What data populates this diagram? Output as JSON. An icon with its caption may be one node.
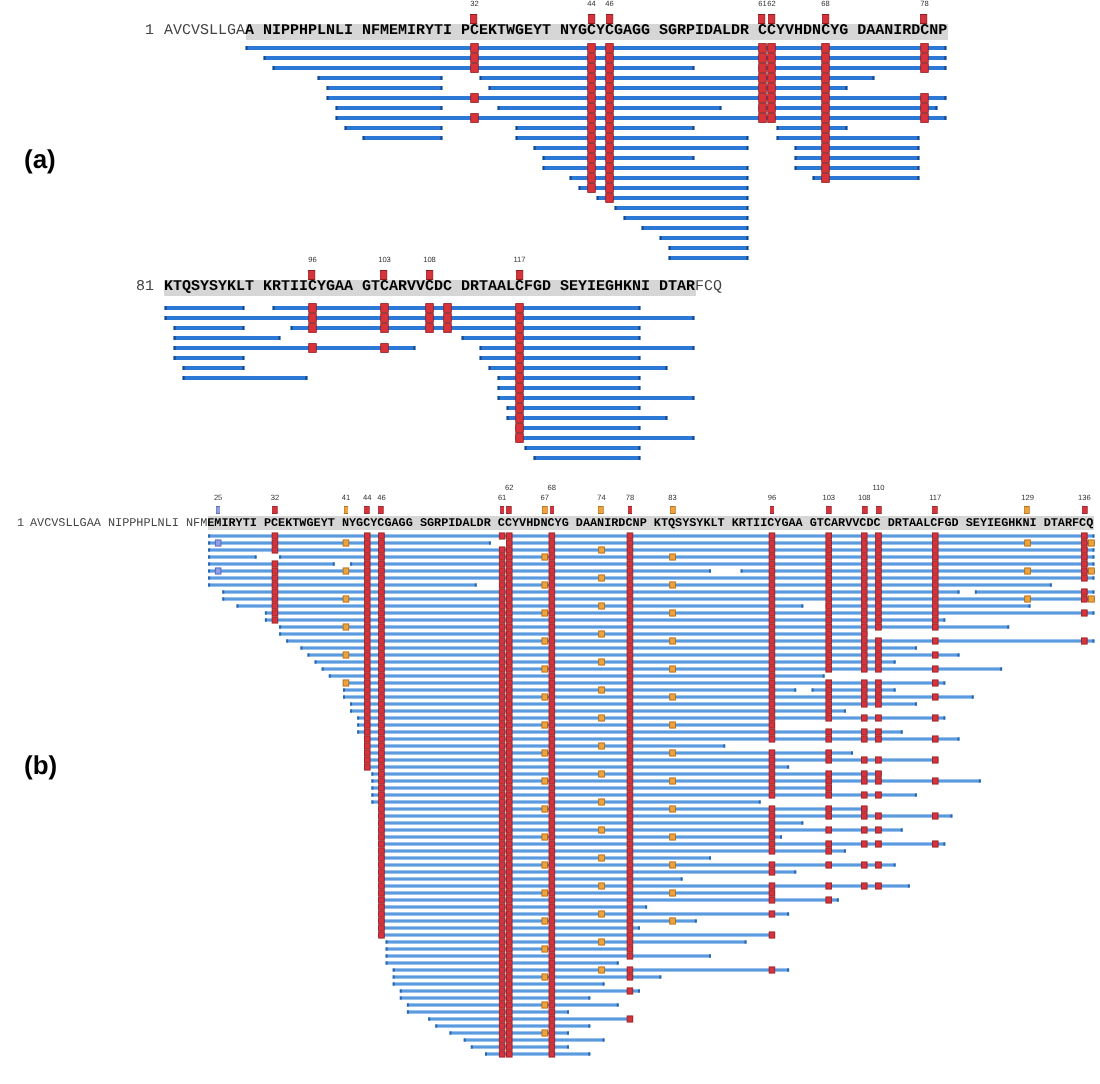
{
  "diagram": {
    "labels": [
      "32",
      "44",
      "46",
      "61",
      "62",
      "68",
      "78",
      "1",
      "AVCVSLLGA**A NIPPHPLNLI NFMEMIRYTI PCEKTWGEYT NYGCYCGAGG SGRPIDALDR CCYVHDNCYG DAANIRDCNP**",
      "(a)",
      "96",
      "103",
      "108",
      "117",
      "81",
      "**KTQSYSYKLT KRTIICYGAA GTCARVVCDC DRTAALCFGD SEYIEGHKNI DTAR**FCQ",
      "25",
      "32",
      "41",
      "44",
      "46",
      "61",
      "62",
      "67",
      "68",
      "74",
      "78",
      "83",
      "96",
      "103",
      "108",
      "110",
      "117",
      "129",
      "136",
      "1",
      "AVCVSLLGAA NIPPHPLNLI NFM**EMIRYTI PCEKTWGEYT NYGCYCGAGG SGRPIDALDR CCYVHDNCYG DAANIRDCNP KTQSYSYKLT KRTIICYGAA GTCARVVCDC DRTAALCFGD SEYIEGHKNI DTARFCQ**",
      "(b)"
    ]
  }
}
